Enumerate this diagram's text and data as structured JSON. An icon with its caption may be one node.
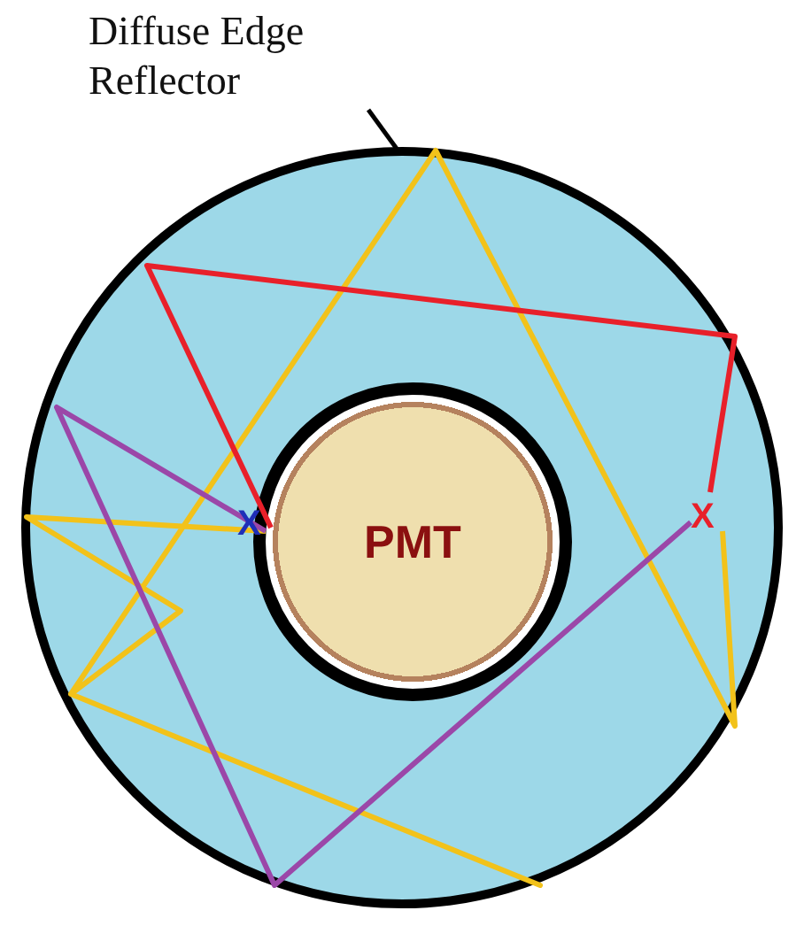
{
  "diagram": {
    "nodes": [
      {
        "text": [
          "Diffuse Edge Reflector"
        ]
      },
      {
        "text": [],
        "shape": "circle"
      },
      {
        "text": [
          "PMT"
        ],
        "in": 1
      }
    ],
    "edges": [
      {
        "from": 0,
        "to": 1,
        "arrow": "none"
      }
    ],
    "labels": [
      "X",
      "X"
    ]
  }
}
